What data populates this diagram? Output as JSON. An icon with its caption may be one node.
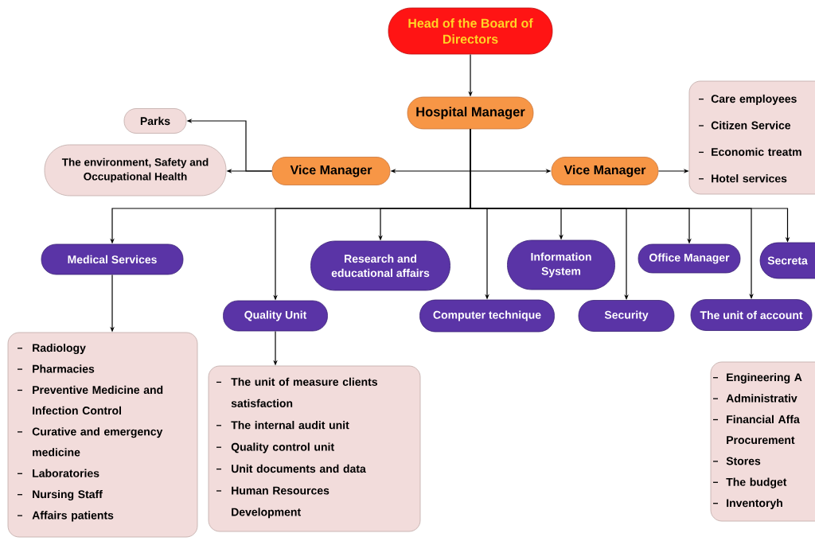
{
  "diagram": {
    "nodes": [
      {
        "text": [
          "Head of the Board of Directors"
        ]
      },
      {
        "text": [
          "Hospital Manager"
        ]
      },
      {
        "text": [
          "Vice Manager"
        ]
      },
      {
        "text": [
          "Vice Manager"
        ]
      },
      {
        "text": [
          "Parks"
        ]
      },
      {
        "text": [
          "The environment, Safety and Occupational Health"
        ]
      },
      {
        "text": [
          "Care employees",
          "Citizen Service",
          "Economic treatm",
          "Hotel services"
        ]
      },
      {
        "text": [
          "Medical Services"
        ]
      },
      {
        "text": [
          "Research and educational affairs"
        ]
      },
      {
        "text": [
          "Information System"
        ]
      },
      {
        "text": [
          "Office Manager"
        ]
      },
      {
        "text": [
          "Secreta"
        ]
      },
      {
        "text": [
          "Quality Unit"
        ]
      },
      {
        "text": [
          "Computer technique"
        ]
      },
      {
        "text": [
          "Security"
        ]
      },
      {
        "text": [
          "The unit of account"
        ]
      },
      {
        "text": [
          "Radiology",
          "Pharmacies",
          "Preventive Medicine and Infection Control",
          "Curative and emergency medicine",
          "Laboratories",
          "Nursing Staff",
          "Affairs patients"
        ]
      },
      {
        "text": [
          "The unit of measure clients satisfaction",
          "The internal audit unit",
          "Quality control unit",
          "Unit documents and data",
          "Human Resources Development"
        ]
      },
      {
        "text": [
          "Engineering A",
          "Administrativ",
          "Financial Affa Procurement",
          "Stores",
          "The budget",
          "Inventoryh"
        ]
      }
    ],
    "edges": [
      {
        "from": 0,
        "to": 1,
        "arrow": "to"
      },
      {
        "from": 2,
        "to": 3,
        "arrow": "both"
      },
      {
        "from": 2,
        "to": 4,
        "arrow": "to"
      },
      {
        "from": 2,
        "to": 5,
        "arrow": "to"
      },
      {
        "from": 3,
        "to": 6,
        "arrow": "to"
      },
      {
        "from": 1,
        "to": 7,
        "arrow": "to"
      },
      {
        "from": 1,
        "to": 8,
        "arrow": "to"
      },
      {
        "from": 1,
        "to": 9,
        "arrow": "to"
      },
      {
        "from": 1,
        "to": 10,
        "arrow": "to"
      },
      {
        "from": 1,
        "to": 11,
        "arrow": "to"
      },
      {
        "from": 1,
        "to": 12,
        "arrow": "to"
      },
      {
        "from": 1,
        "to": 13,
        "arrow": "to"
      },
      {
        "from": 1,
        "to": 14,
        "arrow": "to"
      },
      {
        "from": 1,
        "to": 15,
        "arrow": "to"
      },
      {
        "from": 7,
        "to": 16,
        "arrow": "to"
      },
      {
        "from": 12,
        "to": 17,
        "arrow": "to"
      }
    ]
  }
}
